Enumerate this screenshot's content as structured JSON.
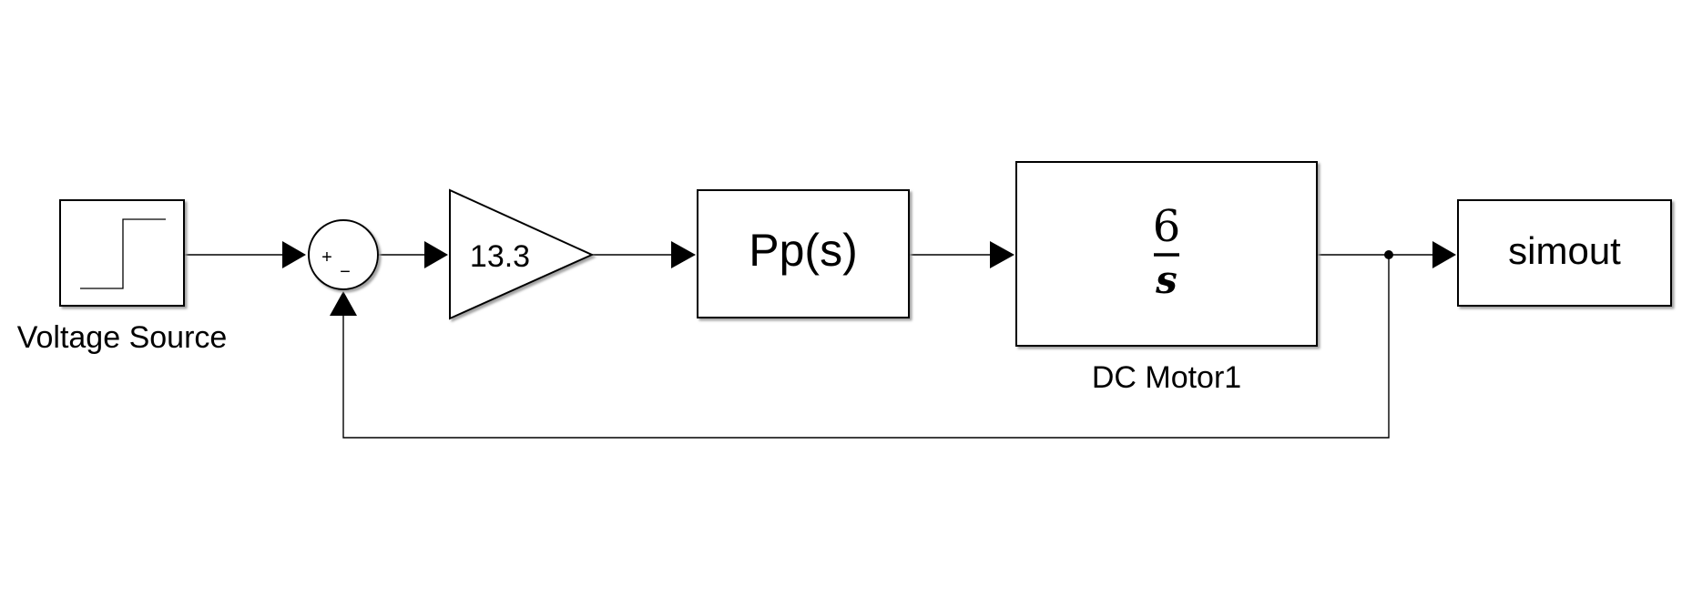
{
  "blocks": {
    "voltage_source": {
      "label": "Voltage Source"
    },
    "sum": {
      "plus": "+",
      "minus": "−"
    },
    "gain": {
      "value": "13.3"
    },
    "controller": {
      "text": "Pp(s)"
    },
    "dc_motor": {
      "numerator": "6",
      "denominator": "s",
      "label": "DC Motor1"
    },
    "output": {
      "text": "simout"
    }
  },
  "colors": {
    "line": "#000000",
    "background": "#ffffff",
    "shadow": "#999999"
  }
}
